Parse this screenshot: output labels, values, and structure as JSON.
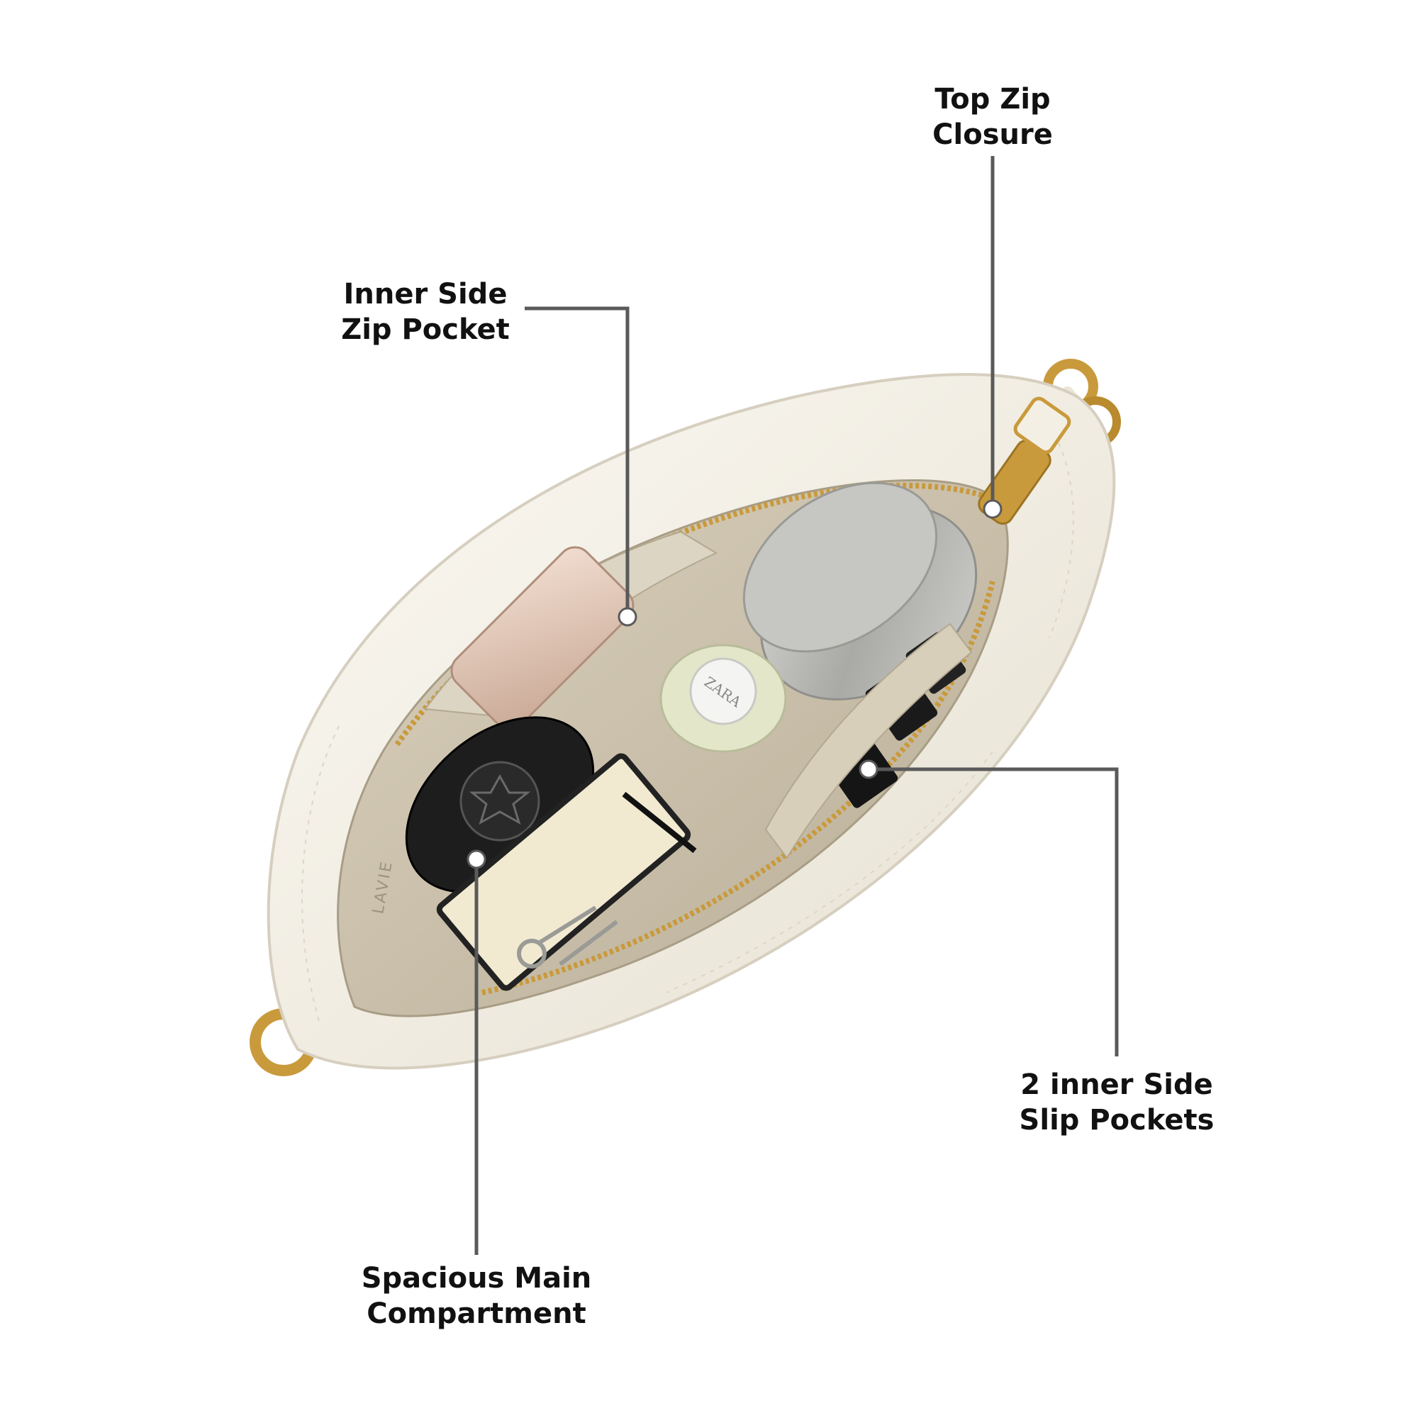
{
  "colors": {
    "background": "#ffffff",
    "leader_line": "#5a5a5a",
    "label_text": "#111111",
    "marker_dot": "#ffffff",
    "bag_leather": "#f3efe4",
    "bag_lining": "#cfc6b2",
    "zipper_gold": "#c99a3c"
  },
  "callouts": {
    "top_zip": {
      "line1": "Top Zip",
      "line2": "Closure"
    },
    "inner_zip": {
      "line1": "Inner Side",
      "line2": "Zip Pocket"
    },
    "slip_pockets": {
      "line1": "2 inner Side",
      "line2": "Slip Pockets"
    },
    "main": {
      "line1": "Spacious Main",
      "line2": "Compartment"
    }
  },
  "product": {
    "lining_print": "LAVIE",
    "bottle_cap_text": "ZARA"
  }
}
